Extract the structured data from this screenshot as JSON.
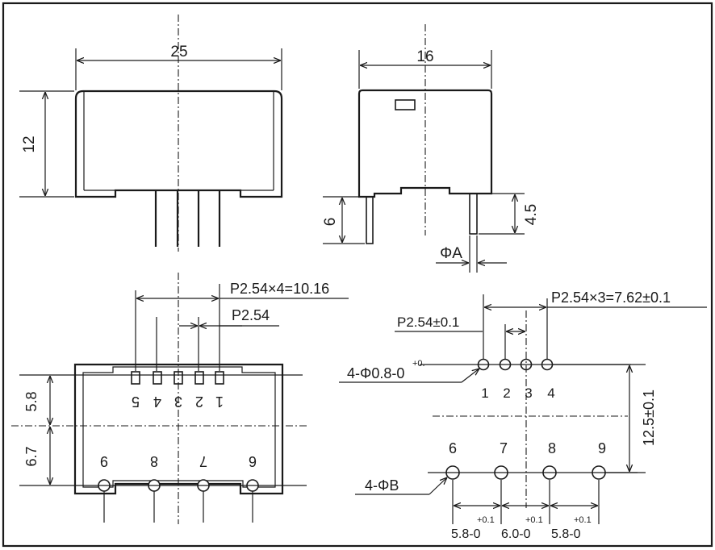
{
  "front_view": {
    "width_label": "25",
    "height_label": "12"
  },
  "side_view": {
    "width_label": "16",
    "pin_left_label": "6",
    "pin_right_label": "4.5",
    "pin_dia_label": "ΦA"
  },
  "bottom_view": {
    "pitch_total_label": "P2.54×4=10.16",
    "pitch_label": "P2.54",
    "row1_label": "5.8",
    "row2_label": "6.7",
    "top_pin_numbers": [
      "5",
      "4",
      "3",
      "2",
      "1"
    ],
    "bottom_pin_numbers": [
      "9",
      "8",
      "7",
      "6"
    ]
  },
  "pcb_layout": {
    "pitch_total_label": "P2.54×3=7.62±0.1",
    "pitch_label": "P2.54±0.1",
    "hole_a_label": "4-Φ0.8-0",
    "hole_a_tol": "+0.",
    "hole_b_label": "4-ΦB",
    "row_spacing_label": "12.5±0.1",
    "top_pin_numbers": [
      "1",
      "2",
      "3",
      "4"
    ],
    "bottom_pin_numbers": [
      "6",
      "7",
      "8",
      "9"
    ],
    "spacing_labels": [
      "5.8-0",
      "6.0-0",
      "5.8-0"
    ],
    "spacing_tols": [
      "+0.1",
      "+0.1",
      "+0.1"
    ]
  }
}
